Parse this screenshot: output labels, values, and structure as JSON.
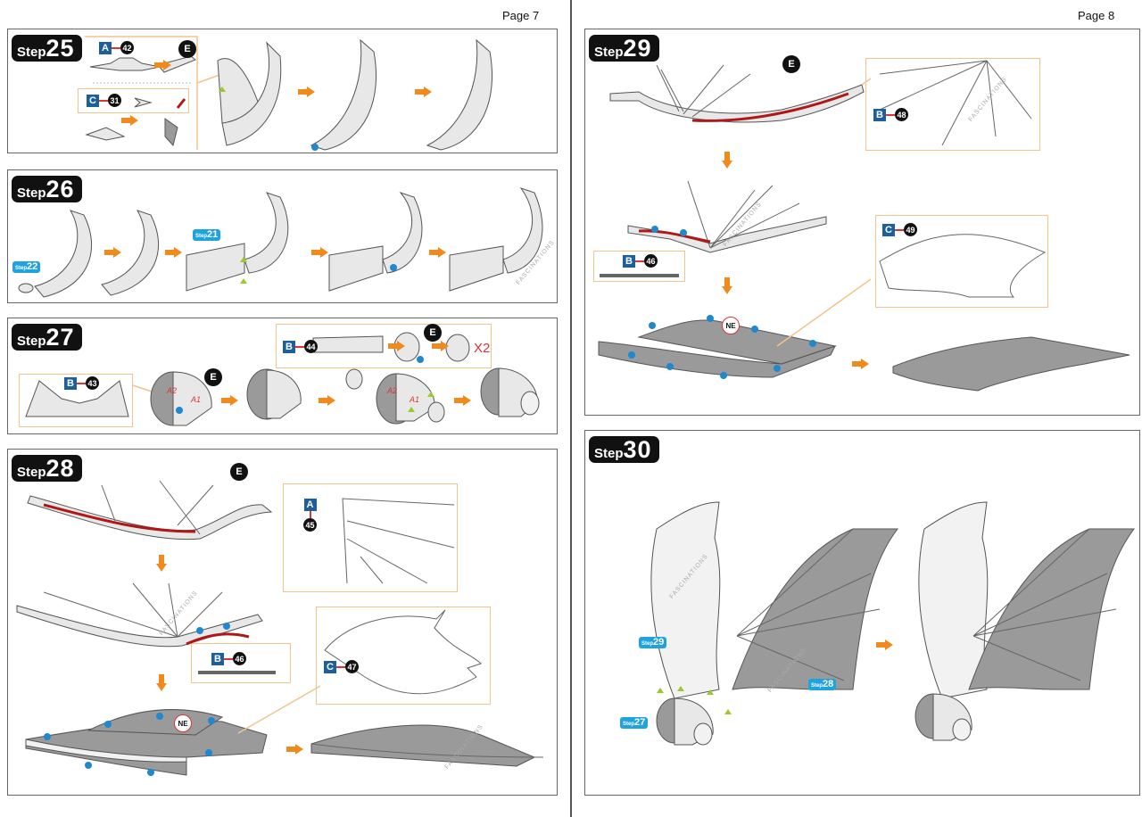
{
  "pages": {
    "left": "Page 7",
    "right": "Page 8"
  },
  "step_word": "Step",
  "steps": {
    "s25": {
      "num": "25",
      "callouts": [
        {
          "letter": "A",
          "number": "42"
        },
        {
          "letter": "C",
          "number": "31"
        }
      ],
      "badge": "E"
    },
    "s26": {
      "num": "26",
      "refs": [
        "22",
        "21"
      ]
    },
    "s27": {
      "num": "27",
      "callouts": [
        {
          "letter": "B",
          "number": "43"
        },
        {
          "letter": "B",
          "number": "44"
        }
      ],
      "badge": "E",
      "multiplier": "X2",
      "labels": [
        "A2",
        "A1"
      ]
    },
    "s28": {
      "num": "28",
      "callouts": [
        {
          "letter": "A",
          "number": "45"
        },
        {
          "letter": "B",
          "number": "46"
        },
        {
          "letter": "C",
          "number": "47"
        }
      ],
      "badge": "E",
      "ne": "NE"
    },
    "s29": {
      "num": "29",
      "callouts": [
        {
          "letter": "B",
          "number": "48"
        },
        {
          "letter": "B",
          "number": "46"
        },
        {
          "letter": "C",
          "number": "49"
        }
      ],
      "badge": "E",
      "ne": "NE"
    },
    "s30": {
      "num": "30",
      "refs": [
        "29",
        "28",
        "27"
      ]
    }
  },
  "watermark": "FASCINATIONS",
  "colors": {
    "accent": "#f08a1c",
    "part_box": "#1d5f9e",
    "step_ref": "#1fa3e0",
    "glue": "#b01818"
  }
}
